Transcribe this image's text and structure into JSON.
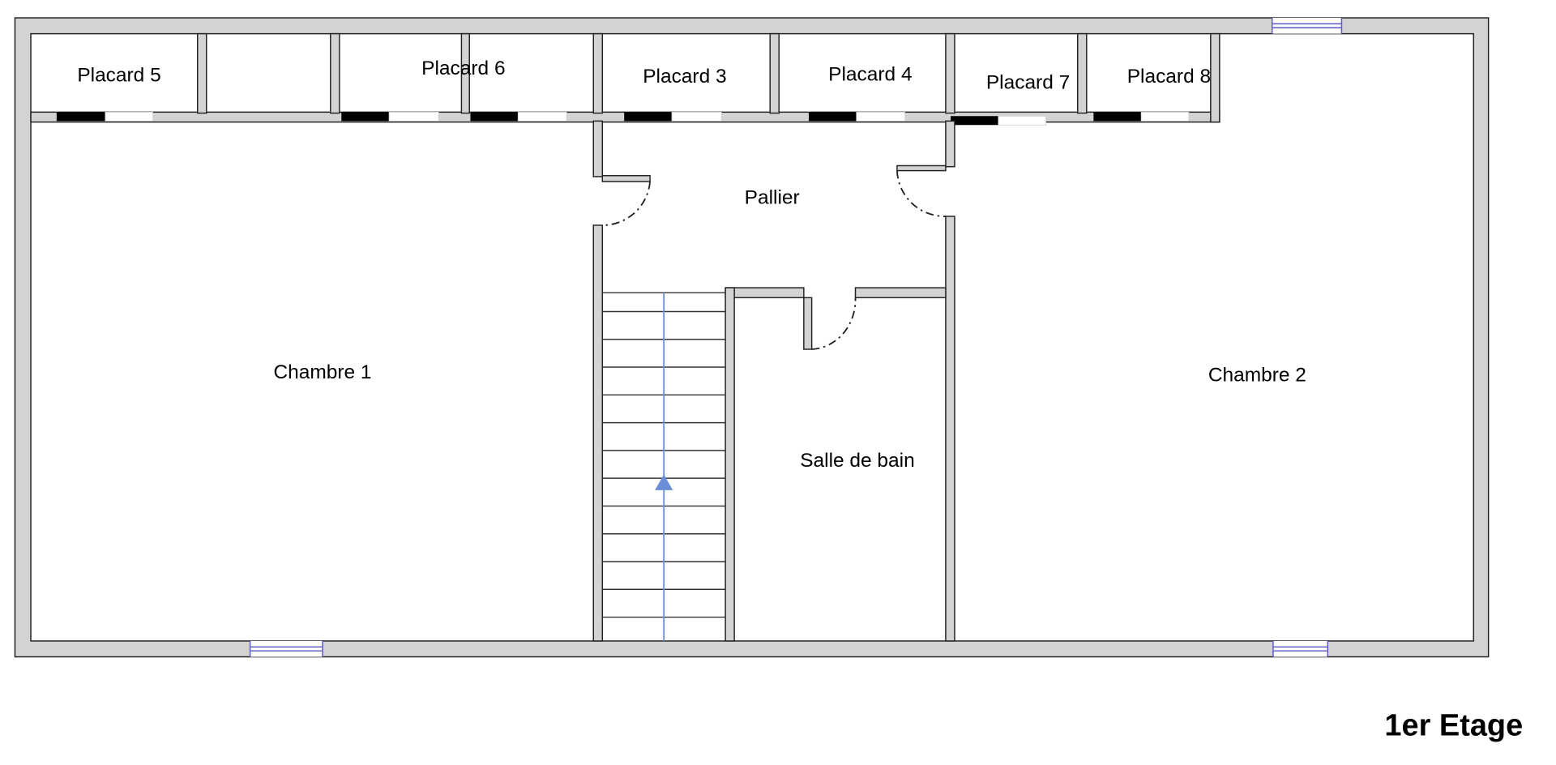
{
  "plan": {
    "title": "1er Etage",
    "rooms": {
      "placard5": "Placard 5",
      "placard6": "Placard 6",
      "placard3": "Placard 3",
      "placard4": "Placard 4",
      "placard7": "Placard 7",
      "placard8": "Placard 8",
      "pallier": "Pallier",
      "chambre1": "Chambre 1",
      "chambre2": "Chambre 2",
      "salle_de_bain": "Salle de bain"
    },
    "colors": {
      "wall": "#d3d3d3",
      "stair_arrow": "#6a8fd8",
      "window": "#5a5ac8"
    }
  }
}
